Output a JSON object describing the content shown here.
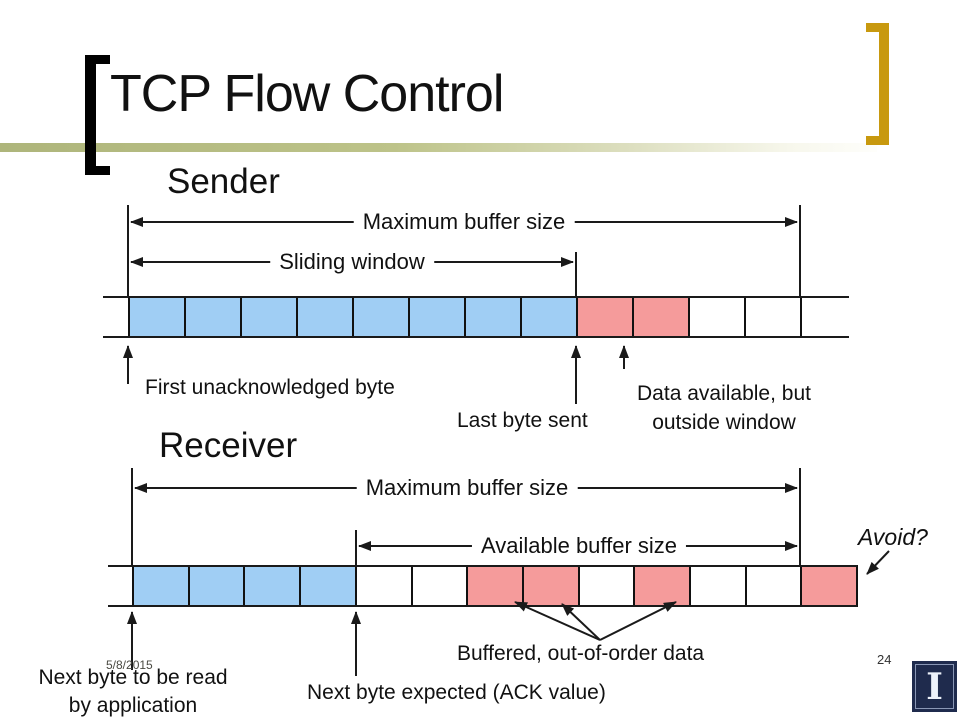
{
  "slide": {
    "title": "TCP Flow Control",
    "date": "5/8/2015",
    "page_number": "24",
    "logo_letter": "I"
  },
  "colors": {
    "cell_blue": "#A0CEF4",
    "cell_red": "#F59B9B",
    "accent_gold": "#C8990F",
    "divider_olive": "#AEB57B",
    "logo_navy": "#1F2B4D"
  },
  "sender": {
    "heading": "Sender",
    "arrows": {
      "max_buffer": "Maximum buffer size",
      "sliding_window": "Sliding window"
    },
    "cells": [
      "blue",
      "blue",
      "blue",
      "blue",
      "blue",
      "blue",
      "blue",
      "blue",
      "red",
      "red",
      "white",
      "white"
    ],
    "notes": {
      "first_unacked": "First unacknowledged byte",
      "last_byte_sent": "Last byte sent",
      "data_available_1": "Data available, but",
      "data_available_2": "outside window"
    }
  },
  "receiver": {
    "heading": "Receiver",
    "arrows": {
      "max_buffer": "Maximum buffer size",
      "available_buffer": "Available buffer size"
    },
    "avoid_label": "Avoid?",
    "cells": [
      "blue",
      "blue",
      "blue",
      "blue",
      "white",
      "white",
      "red",
      "red",
      "white",
      "red",
      "white",
      "white",
      "red"
    ],
    "notes": {
      "buffered": "Buffered, out-of-order data",
      "next_expected": "Next byte expected (ACK value)",
      "next_read_1": "Next byte to be read",
      "next_read_2": "by application"
    }
  }
}
